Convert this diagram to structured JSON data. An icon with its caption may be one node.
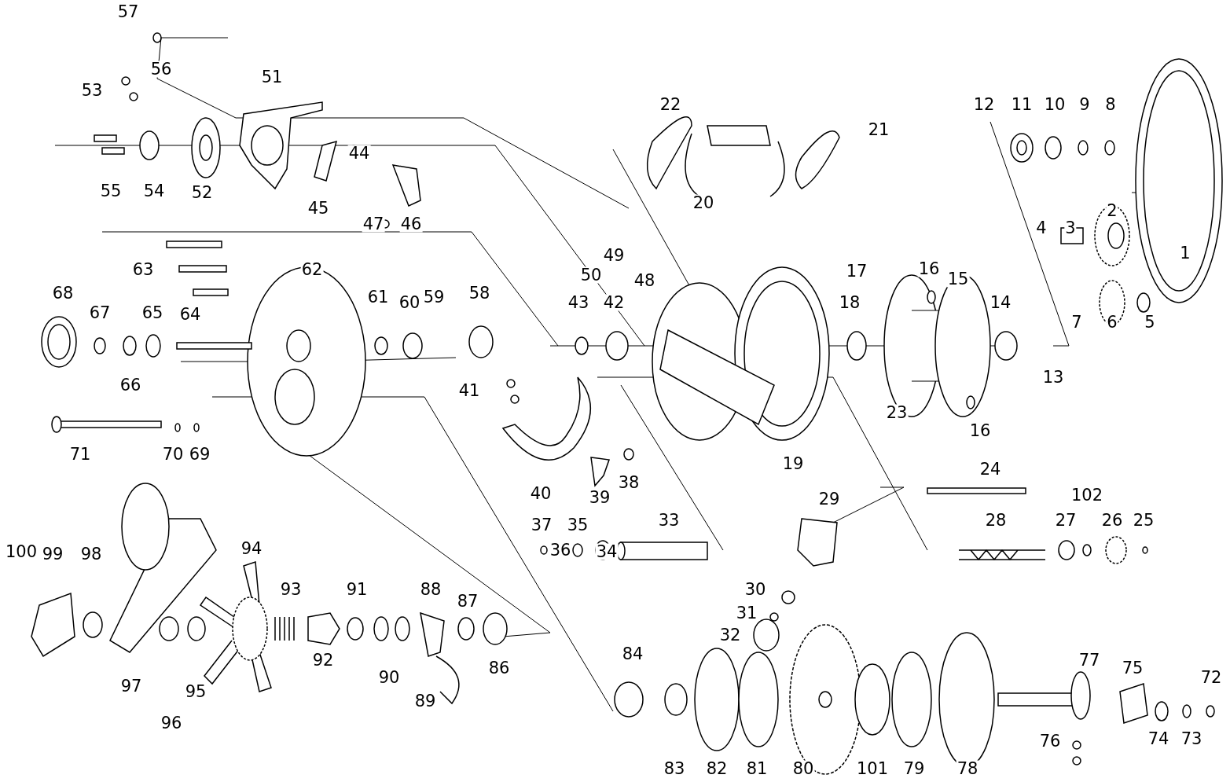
{
  "diagram": {
    "labels": [
      "57",
      "56",
      "53",
      "51",
      "22",
      "12",
      "11",
      "10",
      "9",
      "8",
      "21",
      "55",
      "54",
      "52",
      "45",
      "20",
      "44",
      "2",
      "47",
      "46",
      "4",
      "3",
      "49",
      "1",
      "63",
      "62",
      "50",
      "48",
      "17",
      "16",
      "15",
      "68",
      "67",
      "65",
      "61",
      "59",
      "60",
      "58",
      "43",
      "42",
      "18",
      "14",
      "7",
      "6",
      "5",
      "64",
      "13",
      "66",
      "41",
      "23",
      "16",
      "19",
      "71",
      "70",
      "69",
      "24",
      "40",
      "39",
      "38",
      "29",
      "102",
      "37",
      "35",
      "33",
      "28",
      "27",
      "26",
      "25",
      "100",
      "99",
      "98",
      "94",
      "36",
      "34",
      "93",
      "91",
      "88",
      "30",
      "87",
      "31",
      "32",
      "92",
      "90",
      "86",
      "84",
      "77",
      "75",
      "72",
      "97",
      "95",
      "96",
      "89",
      "76",
      "74",
      "73",
      "83",
      "82",
      "81",
      "80",
      "101",
      "79",
      "78"
    ]
  }
}
